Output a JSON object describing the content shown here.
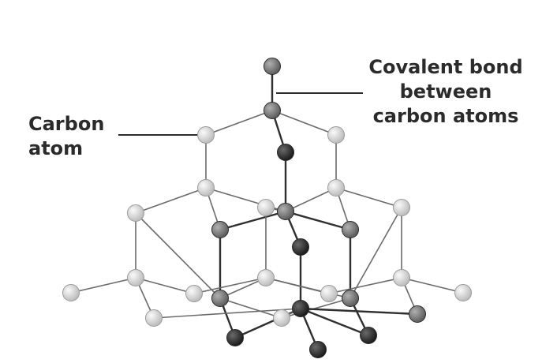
{
  "labels": {
    "carbon_atom": [
      "Carbon",
      "atom"
    ],
    "covalent_bond": [
      "Covalent bond",
      "between",
      "carbon atoms"
    ]
  },
  "colors": {
    "background": "#ffffff",
    "text": "#2b2b2b",
    "bond": "#3c3c3c",
    "atom_light": "#d4d4d4",
    "atom_mid": "#808080",
    "atom_dark": "#333333"
  }
}
